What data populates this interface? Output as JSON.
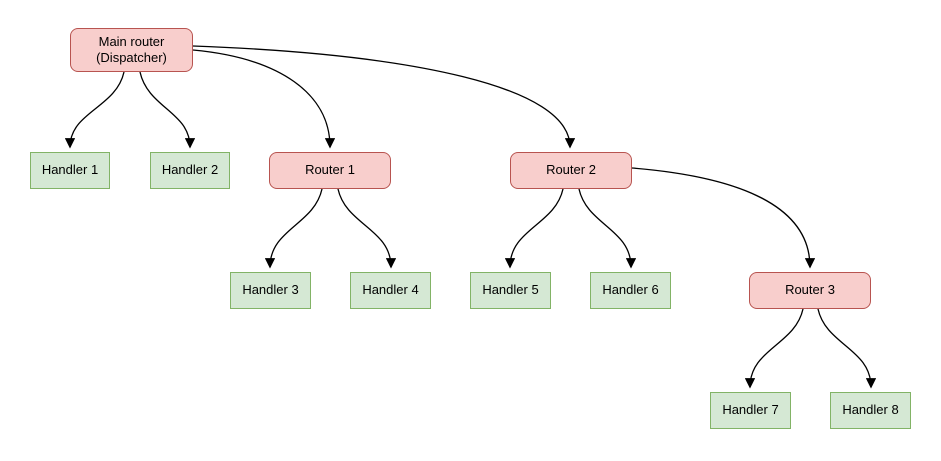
{
  "diagram": {
    "colors": {
      "background": "#ffffff",
      "router_fill": "#f8cecc",
      "router_border": "#b85450",
      "handler_fill": "#d5e8d4",
      "handler_border": "#82b366",
      "edge": "#000000"
    },
    "nodes": {
      "main": {
        "label": "Main router\n(Dispatcher)",
        "type": "router"
      },
      "router1": {
        "label": "Router 1",
        "type": "router"
      },
      "router2": {
        "label": "Router 2",
        "type": "router"
      },
      "router3": {
        "label": "Router 3",
        "type": "router"
      },
      "handler1": {
        "label": "Handler 1",
        "type": "handler"
      },
      "handler2": {
        "label": "Handler 2",
        "type": "handler"
      },
      "handler3": {
        "label": "Handler 3",
        "type": "handler"
      },
      "handler4": {
        "label": "Handler 4",
        "type": "handler"
      },
      "handler5": {
        "label": "Handler 5",
        "type": "handler"
      },
      "handler6": {
        "label": "Handler 6",
        "type": "handler"
      },
      "handler7": {
        "label": "Handler 7",
        "type": "handler"
      },
      "handler8": {
        "label": "Handler 8",
        "type": "handler"
      }
    },
    "edges": [
      {
        "from": "main",
        "to": "handler1"
      },
      {
        "from": "main",
        "to": "handler2"
      },
      {
        "from": "main",
        "to": "router1"
      },
      {
        "from": "main",
        "to": "router2"
      },
      {
        "from": "router1",
        "to": "handler3"
      },
      {
        "from": "router1",
        "to": "handler4"
      },
      {
        "from": "router2",
        "to": "handler5"
      },
      {
        "from": "router2",
        "to": "handler6"
      },
      {
        "from": "router2",
        "to": "router3"
      },
      {
        "from": "router3",
        "to": "handler7"
      },
      {
        "from": "router3",
        "to": "handler8"
      }
    ]
  }
}
